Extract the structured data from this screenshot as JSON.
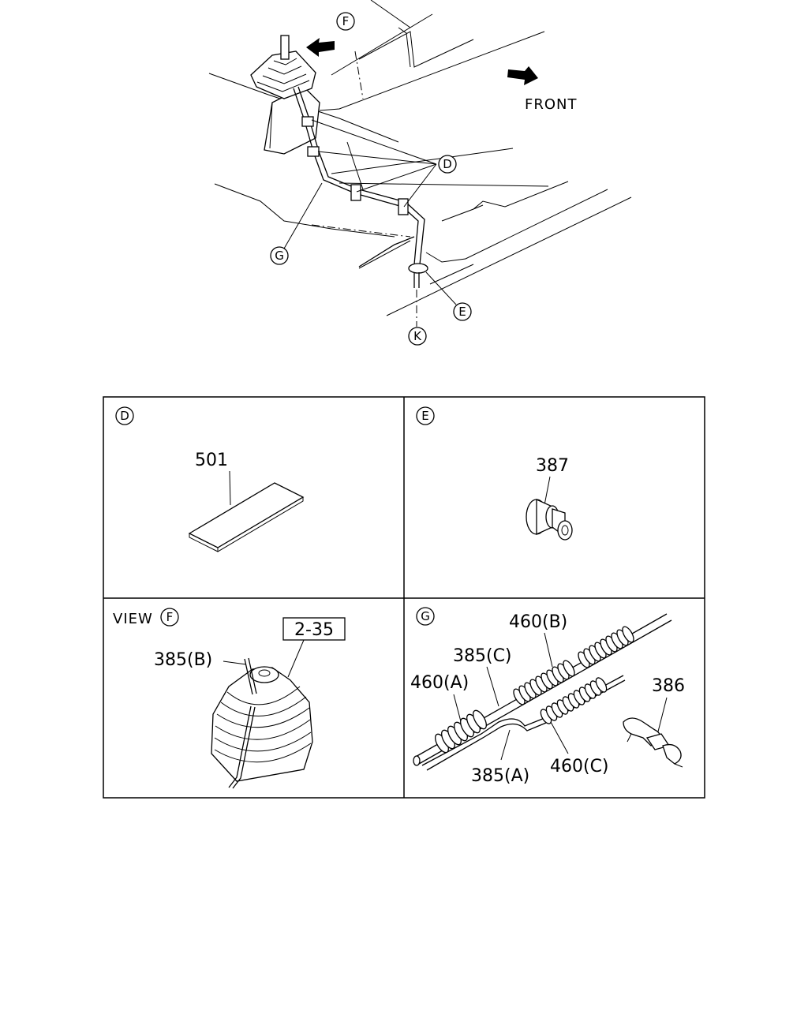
{
  "main_view": {
    "front_label": "FRONT",
    "callouts": {
      "f": "F",
      "d": "D",
      "g": "G",
      "e": "E",
      "k": "K"
    }
  },
  "panels": {
    "d": {
      "marker": "D",
      "parts": [
        "501"
      ]
    },
    "e": {
      "marker": "E",
      "parts": [
        "387"
      ]
    },
    "f": {
      "view_prefix": "VIEW",
      "marker": "F",
      "ref_box": "2-35",
      "parts": [
        "385(B)"
      ]
    },
    "g": {
      "marker": "G",
      "parts": [
        "460(B)",
        "385(C)",
        "460(A)",
        "386",
        "385(A)",
        "460(C)"
      ]
    }
  }
}
